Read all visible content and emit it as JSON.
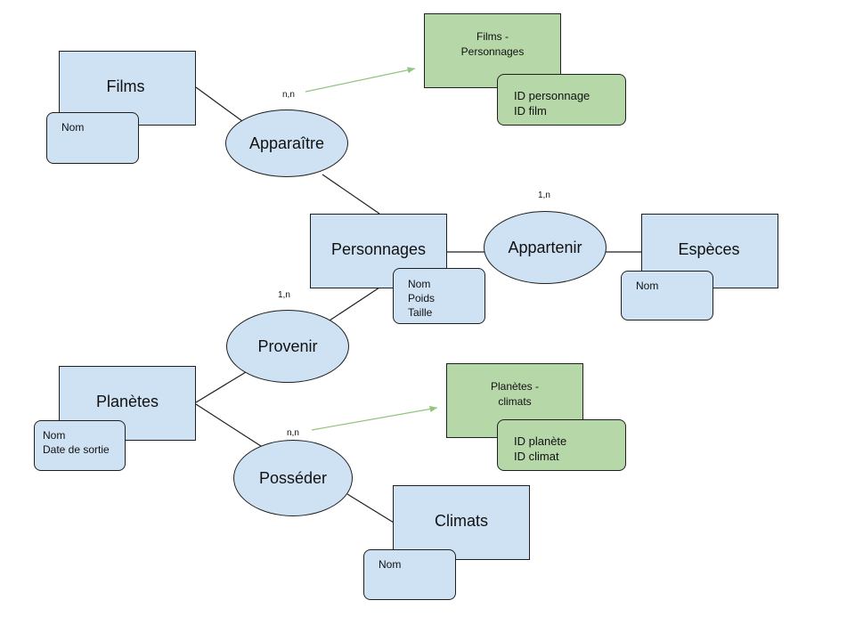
{
  "entities": {
    "films": {
      "name": "Films",
      "attributes": [
        "Nom"
      ]
    },
    "personnages": {
      "name": "Personnages",
      "attributes": [
        "Nom",
        "Poids",
        "Taille"
      ]
    },
    "especes": {
      "name": "Espèces",
      "attributes": [
        "Nom"
      ]
    },
    "planetes": {
      "name": "Planètes",
      "attributes": [
        "Nom",
        "Date de sortie"
      ]
    },
    "climats": {
      "name": "Climats",
      "attributes": [
        "Nom"
      ]
    }
  },
  "associations": {
    "apparaitre": {
      "name": "Apparaître",
      "cardinality": "n,n"
    },
    "appartenir": {
      "name": "Appartenir",
      "cardinality": "1,n"
    },
    "provenir": {
      "name": "Provenir",
      "cardinality": "1,n"
    },
    "posseder": {
      "name": "Posséder",
      "cardinality": "n,n"
    }
  },
  "link_tables": {
    "films_personnages": {
      "title_line1": "Films -",
      "title_line2": "Personnages",
      "fields": [
        "ID personnage",
        "ID film"
      ]
    },
    "planetes_climats": {
      "title_line1": "Planètes -",
      "title_line2": "climats",
      "fields": [
        "ID planète",
        "ID climat"
      ]
    }
  },
  "colors": {
    "entity_fill": "#cfe2f3",
    "table_fill": "#b6d7a8",
    "arrow": "#93c47d",
    "stroke": "#1f1f1f"
  }
}
